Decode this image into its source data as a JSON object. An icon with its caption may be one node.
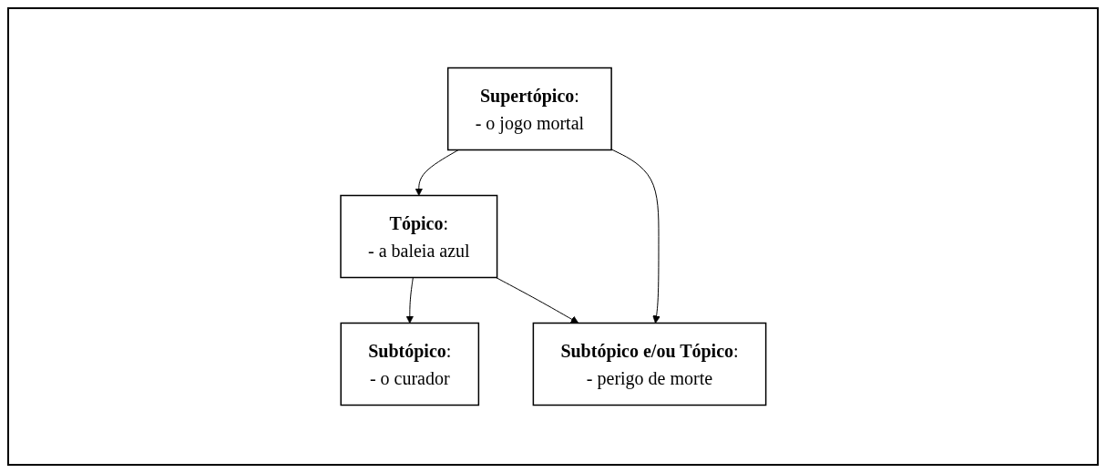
{
  "diagram": {
    "nodes": [
      {
        "text": [
          "**Supertópico**:",
          "- o jogo mortal"
        ]
      },
      {
        "text": [
          "**Tópico**:",
          "- a baleia azul"
        ]
      },
      {
        "text": [
          "**Subtópico**:",
          "- o curador"
        ]
      },
      {
        "text": [
          "**Subtópico e/ou Tópico**:",
          "- perigo de morte"
        ]
      }
    ],
    "edges": [
      {
        "from": 0,
        "to": 1,
        "arrow": "to"
      },
      {
        "from": 0,
        "to": 3,
        "arrow": "to"
      },
      {
        "from": 1,
        "to": 2,
        "arrow": "to"
      },
      {
        "from": 1,
        "to": 3,
        "arrow": "to"
      }
    ]
  }
}
